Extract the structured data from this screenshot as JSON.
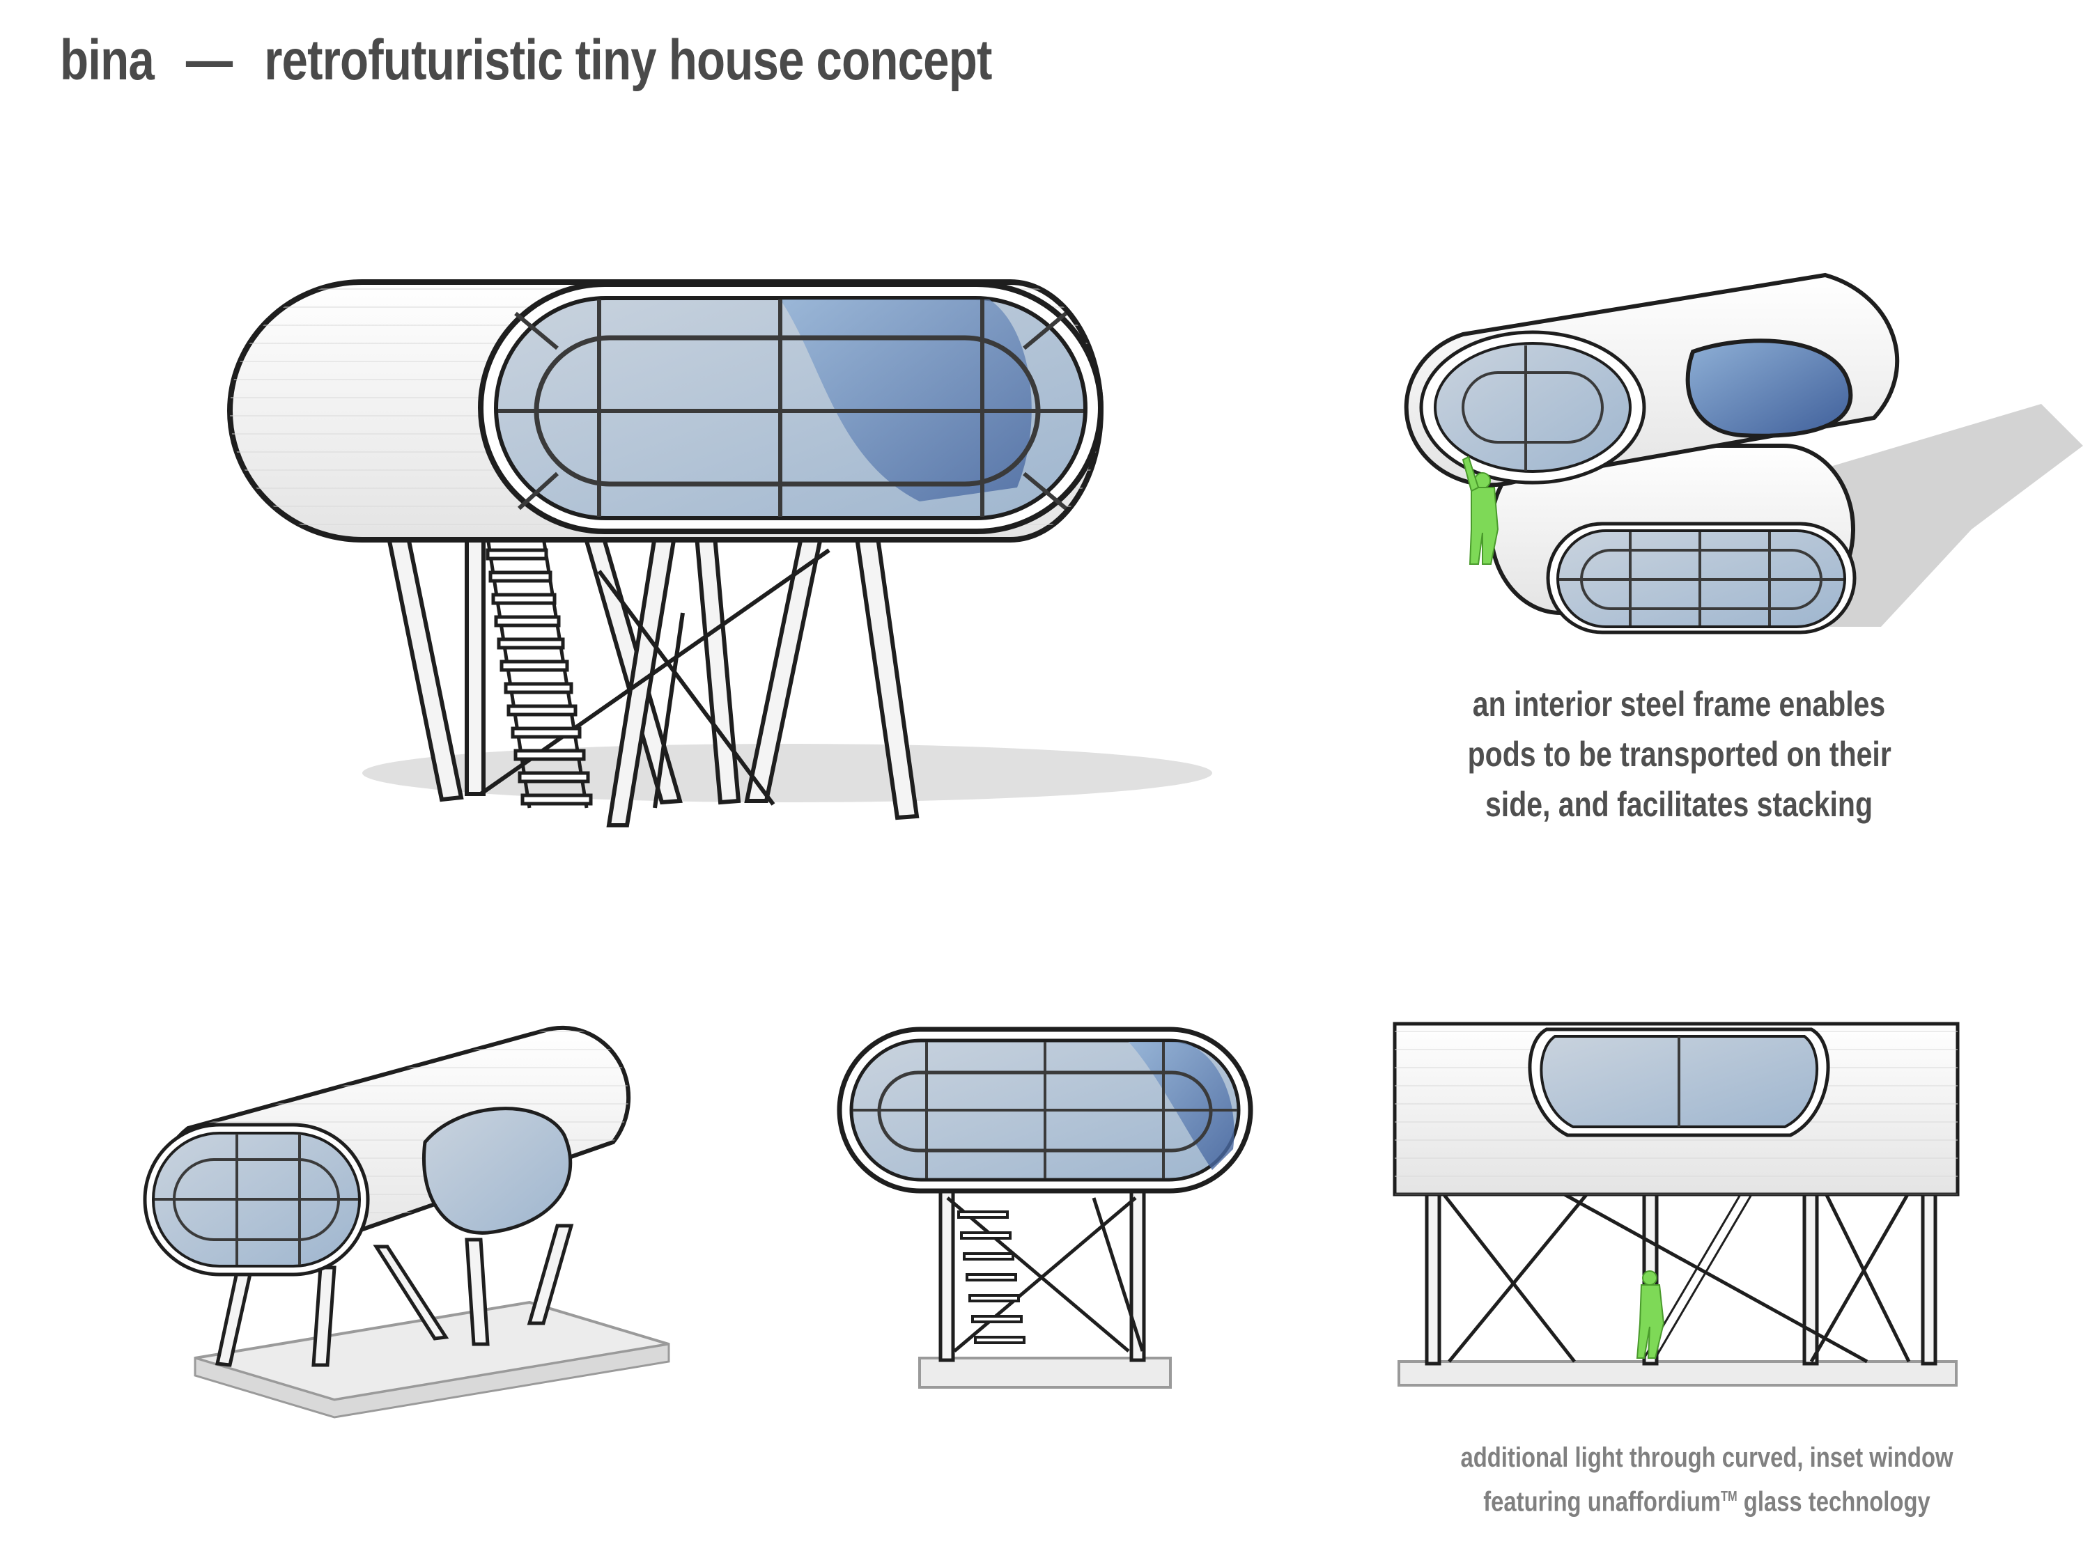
{
  "header": {
    "name": "bina",
    "separator": "—",
    "subtitle": "retrofuturistic tiny house concept"
  },
  "captions": {
    "stacking_lines": [
      "an interior steel frame enables",
      "pods to be transported on their",
      "side, and facilitates stacking"
    ],
    "window_line1": "additional light through curved, inset window",
    "window_line2_pre": "featuring unaffordium",
    "window_tm": "TM",
    "window_line2_post": " glass technology"
  },
  "colors": {
    "title": "#4a4a4a",
    "glass": "#9fb6cf",
    "glass_dark": "#3f5f9a",
    "shell": "#f2f2f2",
    "outline": "#1e1e1e",
    "person": "#7ed957"
  }
}
